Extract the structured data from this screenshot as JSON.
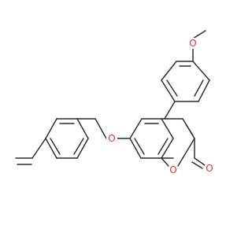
{
  "molecule": {
    "atoms": {
      "methoxy_oxygen": "O",
      "ether_oxygen": "O",
      "ring_oxygen": "O",
      "carbonyl_oxygen": "O"
    },
    "colors": {
      "bond": "#2a2a2a",
      "oxygen": "#e03232",
      "background": "#ffffff"
    }
  }
}
